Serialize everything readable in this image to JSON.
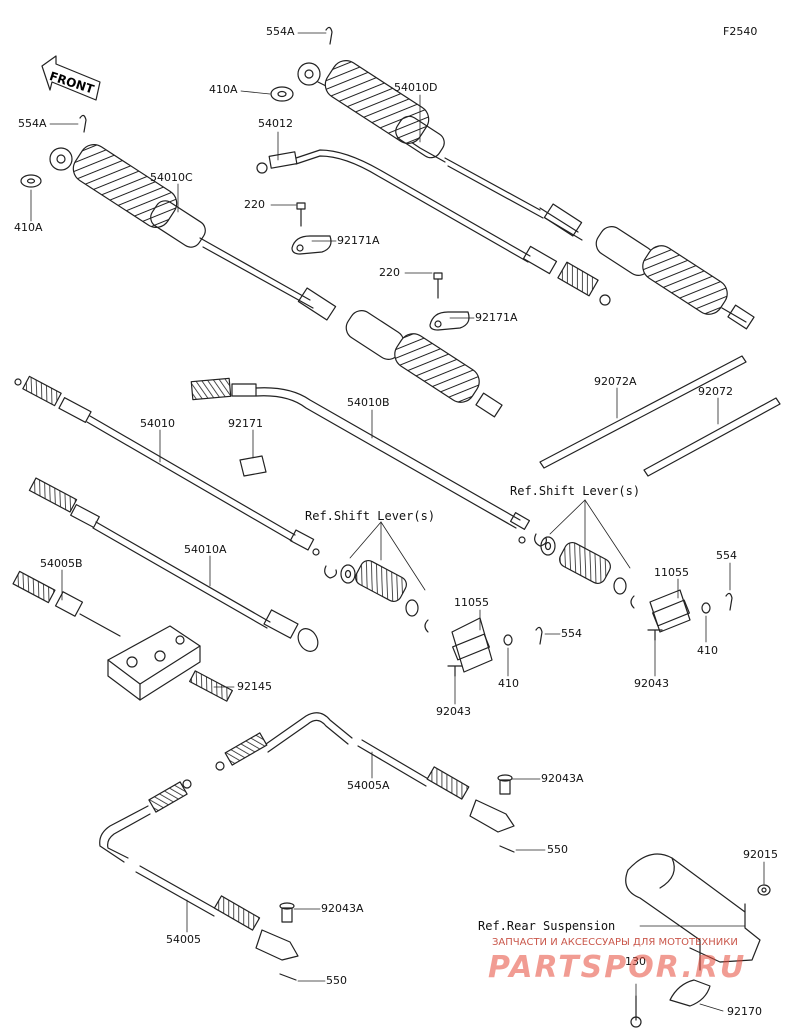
{
  "figure_code": "F2540",
  "front_label": "FRONT",
  "parts": {
    "p554A_top": "554A",
    "p554A_left": "554A",
    "p410A_top": "410A",
    "p410A_left": "410A",
    "p54010D": "54010D",
    "p54012": "54012",
    "p54010C": "54010C",
    "p220_a": "220",
    "p92171A_a": "92171A",
    "p220_b": "220",
    "p92171A_b": "92171A",
    "p92072A": "92072A",
    "p92072": "92072",
    "p54010": "54010",
    "p92171": "92171",
    "p54010B": "54010B",
    "p54010A": "54010A",
    "p54005B": "54005B",
    "p11055_a": "11055",
    "p11055_b": "11055",
    "p554_a": "554",
    "p554_b": "554",
    "p410_a": "410",
    "p410_b": "410",
    "p92043_a": "92043",
    "p92043_b": "92043",
    "p92145": "92145",
    "p54005A": "54005A",
    "p92043A_a": "92043A",
    "p92043A_b": "92043A",
    "p550_a": "550",
    "p550_b": "550",
    "p54005": "54005",
    "p92015": "92015",
    "p130": "130",
    "p92170": "92170"
  },
  "refs": {
    "shift_lever_1": "Ref.Shift Lever(s)",
    "shift_lever_2": "Ref.Shift Lever(s)",
    "rear_suspension": "Ref.Rear Suspension"
  },
  "watermark": {
    "line1": "ЗАПЧАСТИ И АКСЕССУАРЫ ДЛЯ МОТОТЕХНИКИ",
    "line2": "PARTSPOR.RU"
  }
}
